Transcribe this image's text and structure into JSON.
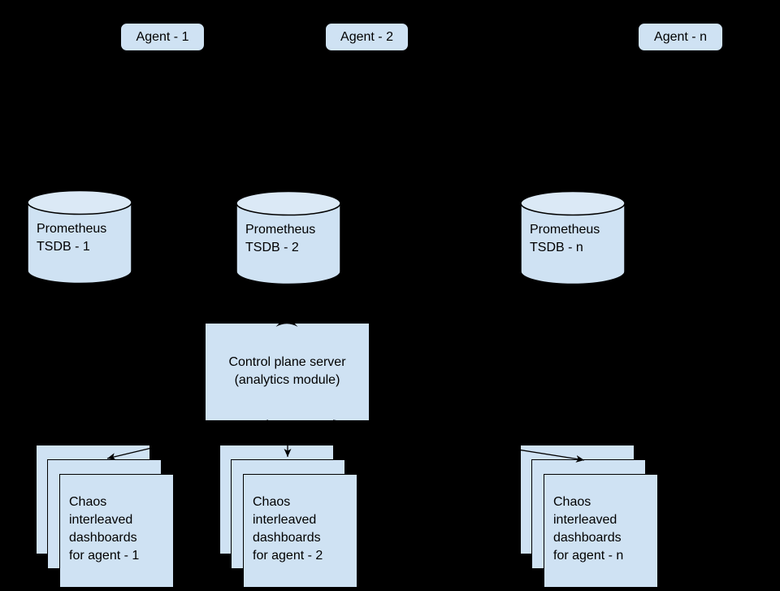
{
  "colors": {
    "background": "#000000",
    "shape_fill": "#cfe2f3",
    "cylinder_top_fill": "#dbe9f6",
    "shape_stroke": "#000000",
    "text": "#000000",
    "connector": "#000000"
  },
  "agents": [
    {
      "label": "Agent - 1"
    },
    {
      "label": "Agent - 2"
    },
    {
      "label": "Agent - n"
    }
  ],
  "tsdbs": [
    {
      "line1": "Prometheus",
      "line2": "TSDB - 1"
    },
    {
      "line1": "Prometheus",
      "line2": "TSDB - 2"
    },
    {
      "line1": "Prometheus",
      "line2": "TSDB - n"
    }
  ],
  "control_plane": {
    "line1": "Control plane server",
    "line2": "(analytics module)"
  },
  "dashboard_stacks": [
    {
      "lines": [
        "Chaos",
        "interleaved",
        "dashboards",
        "for agent - 1"
      ]
    },
    {
      "lines": [
        "Chaos",
        "interleaved",
        "dashboards",
        "for agent - 2"
      ]
    },
    {
      "lines": [
        "Chaos",
        "interleaved",
        "dashboards",
        "for agent - n"
      ]
    }
  ]
}
